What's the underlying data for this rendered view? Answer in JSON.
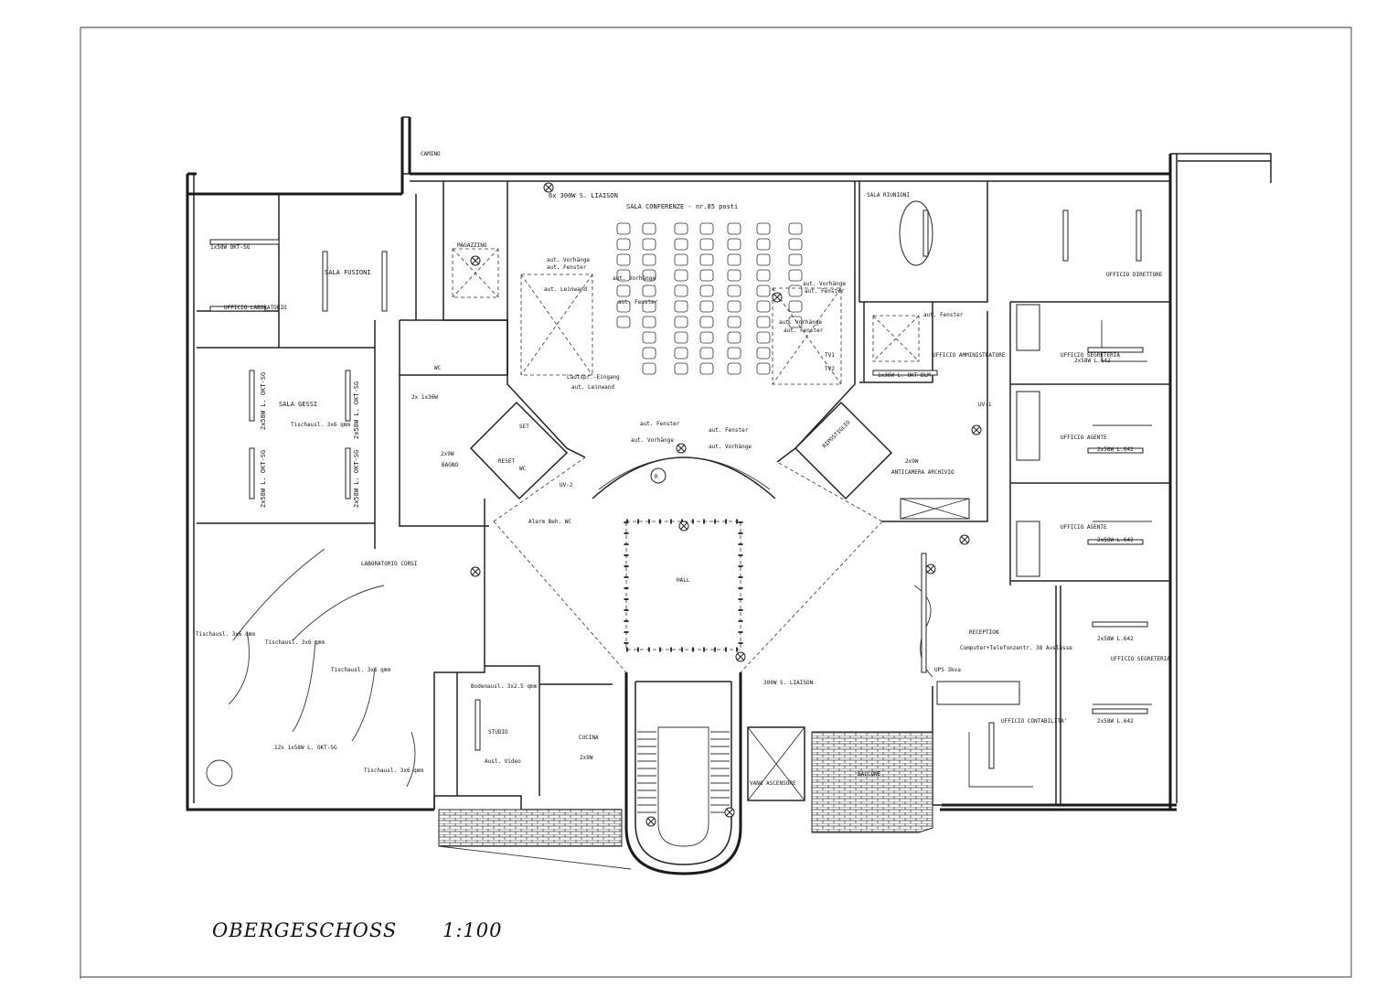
{
  "sheet": {
    "title": "OBERGESCHOSS",
    "scale": "1:100"
  },
  "labels": {
    "camino": "CAMINO",
    "liaison_top": "6x 300W S. LIAISON",
    "sala_conferenze": "SALA CONFERENZE - nr.85 posti",
    "magazzino": "MAGAZZINO",
    "sala_riunioni": "SALA RIUNIONI",
    "sala_fusioni": "SALA FUSIONI",
    "ufficio_laboratorio": "UFFICIO LABORATORIO",
    "sala_gessi": "SALA GESSI",
    "tischausl": "Tischausl. 3x6 qmm",
    "bagno": "BAGNO",
    "wc": "WC",
    "alarm": "Alarm Beh. WC",
    "reset": "RESET",
    "set": "SET",
    "uv2": "UV-2",
    "uv1": "UV-1",
    "aut_vorhaenge": "aut. Vorhänge",
    "aut_fenster": "aut. Fenster",
    "aut_leinwand": "aut. Leinwand",
    "lautspr": "Lautspr.-Eingang",
    "tv1": "TV1",
    "tv2": "TV2",
    "ufficio_direttore": "UFFICIO DIRETTORE",
    "ufficio_amministratore": "UFFICIO AMMINISTRATORE",
    "ufficio_segreteria": "UFFICIO SEGRETERIA",
    "ufficio_agente": "UFFICIO AGENTE",
    "ripostiglio": "RIPOSTIGLIO",
    "anticamera_archivio": "ANTICAMERA ARCHIVIO",
    "hall": "HALL",
    "laboratorio_corsi": "LABORATORIO CORSI",
    "twelve_okt": "12x 1x58W L. OKT-SG",
    "studio": "STUDIO",
    "bodenausl": "Bodenausl. 3x2.5 qmm",
    "ausl_video": "Ausl. Video",
    "cucina": "CUCINA",
    "liaison_bottom": "300W S. LIAISON",
    "vano_ascensore": "VANO ASCENSORE",
    "balcone": "BALCONE",
    "reception": "RECEPTION",
    "computer": "Computer+Telefonzentr. 38 Auslässe",
    "ufficio_contabilita": "UFFICIO CONTABILITA'",
    "ups": "UPS 3kva",
    "lamp_58_okt": "1x58W OKT-SG",
    "lamp_2x58_okt": "2x58W L. OKT-SG",
    "lamp_2x58_l642": "2x58W L.642",
    "lamp_2x36": "2x 1x36W",
    "lamp_2x9": "2x9W",
    "lamp_36_okt": "1x36W L. OKT-DLM"
  },
  "colors": {
    "ink": "#1a1a1a",
    "paper": "#ffffff"
  }
}
